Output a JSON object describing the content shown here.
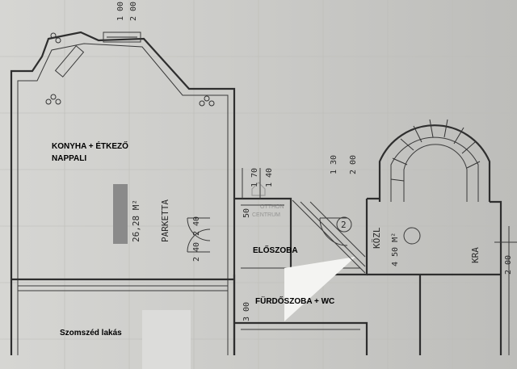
{
  "rooms": {
    "kitchen_label_1": "KONYHA + ÉTKEZŐ",
    "kitchen_label_2": "NAPPALI",
    "hall_label": "ELŐSZOBA",
    "bath_label": "FÜRDŐSZOBA + WC",
    "neighbor_label": "Szomszéd lakás"
  },
  "handwritten": {
    "kitchen_area": "26,28 M²",
    "kitchen_floor": "PARKETTA",
    "dim_100": "1 00",
    "dim_200": "2 00",
    "dim_130": "1 30",
    "dim_200b": "2 00",
    "dim_170": "1 70",
    "dim_140": "1 40",
    "dim_50": "50",
    "dim_240a": "2 40",
    "dim_240b": "2 40",
    "dim_300": "3 00",
    "kozl": "KÖZL",
    "kozl_area": "4 50 M²",
    "room_number": "2",
    "kra": "KRA",
    "right_dims": "2 00"
  },
  "watermark": {
    "line1": "OTTHON",
    "line2": "CENTRUM"
  },
  "colors": {
    "paper": "#d0d0cd",
    "ink": "#2e2e2e"
  }
}
